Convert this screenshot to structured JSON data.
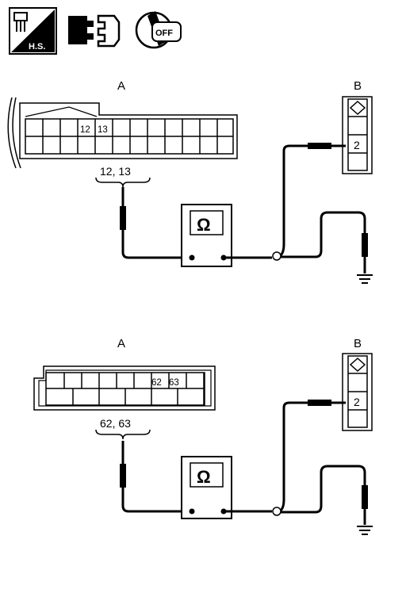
{
  "icons": {
    "harness_sensor": {
      "name": "harness-sensor-icon",
      "label": "H.S."
    },
    "disconnect": {
      "name": "connector-disconnect-icon"
    },
    "ignition": {
      "name": "ignition-key-off-icon",
      "label": "OFF"
    }
  },
  "upper": {
    "label_a": "A",
    "label_b": "B",
    "pins_a": [
      "12",
      "13"
    ],
    "probe_a_label": "12, 13",
    "pin_b": "2",
    "meter_symbol": "Ω"
  },
  "lower": {
    "label_a": "A",
    "label_b": "B",
    "pins_a": [
      "62",
      "63"
    ],
    "probe_a_label": "62, 63",
    "pin_b": "2",
    "meter_symbol": "Ω"
  }
}
